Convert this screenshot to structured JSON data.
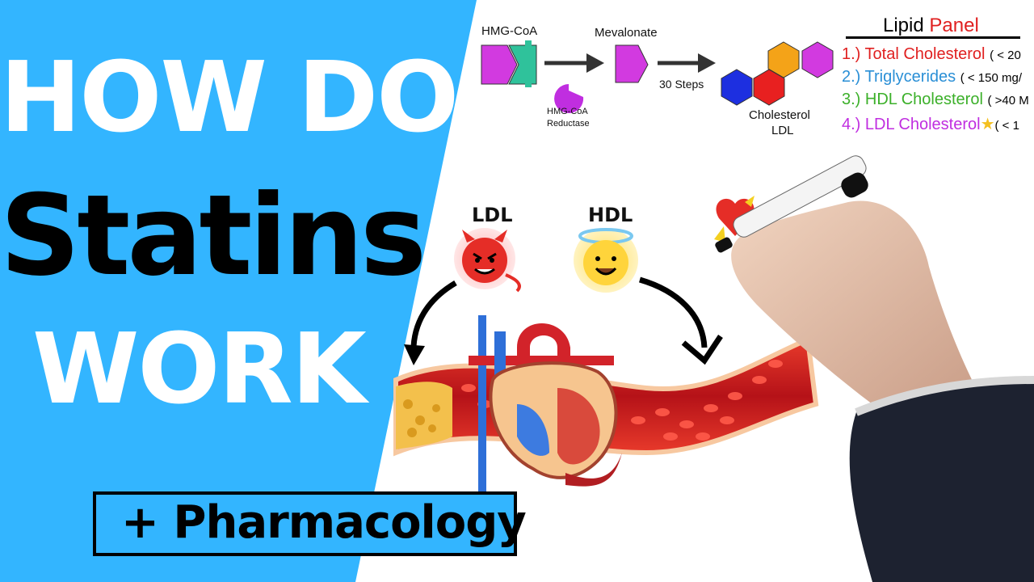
{
  "title": {
    "line1": "HOW DO",
    "line2": "Statins",
    "line3": "WORK"
  },
  "subtitle": "+ Pharmacology",
  "pathway": {
    "hmg_coa": "HMG-CoA",
    "mevalonate": "Mevalonate",
    "enzyme": "HMG-CoA",
    "enzyme_line2": "Reductase",
    "steps": "30 Steps",
    "product": "Cholesterol",
    "product_line2": "LDL"
  },
  "lipid_panel": {
    "title_main": "Lipid",
    "title_accent": "Panel",
    "items": [
      {
        "label": "1.) Total Cholesterol",
        "range": "( < 20",
        "color": "#e02020"
      },
      {
        "label": "2.) Triglycerides",
        "range": "( < 150 mg/",
        "color": "#2a8fd6"
      },
      {
        "label": "3.) HDL Cholesterol",
        "range": "( >40 M",
        "color": "#3cb02a"
      },
      {
        "label": "4.) LDL Cholesterol",
        "range": "( < 1",
        "color": "#c02ee0"
      }
    ]
  },
  "illustration": {
    "ldl_label": "LDL",
    "hdl_label": "HDL"
  },
  "colors": {
    "brand_blue": "#33b5ff",
    "vessel_red": "#c4161c",
    "ldl_red": "#e02020"
  },
  "icons": [
    "devil-face-icon",
    "angel-face-icon",
    "heart-icon",
    "blood-vessel-icon",
    "broken-heart-icon",
    "star-icon",
    "enzyme-pacman-icon",
    "hand-with-marker-icon"
  ]
}
